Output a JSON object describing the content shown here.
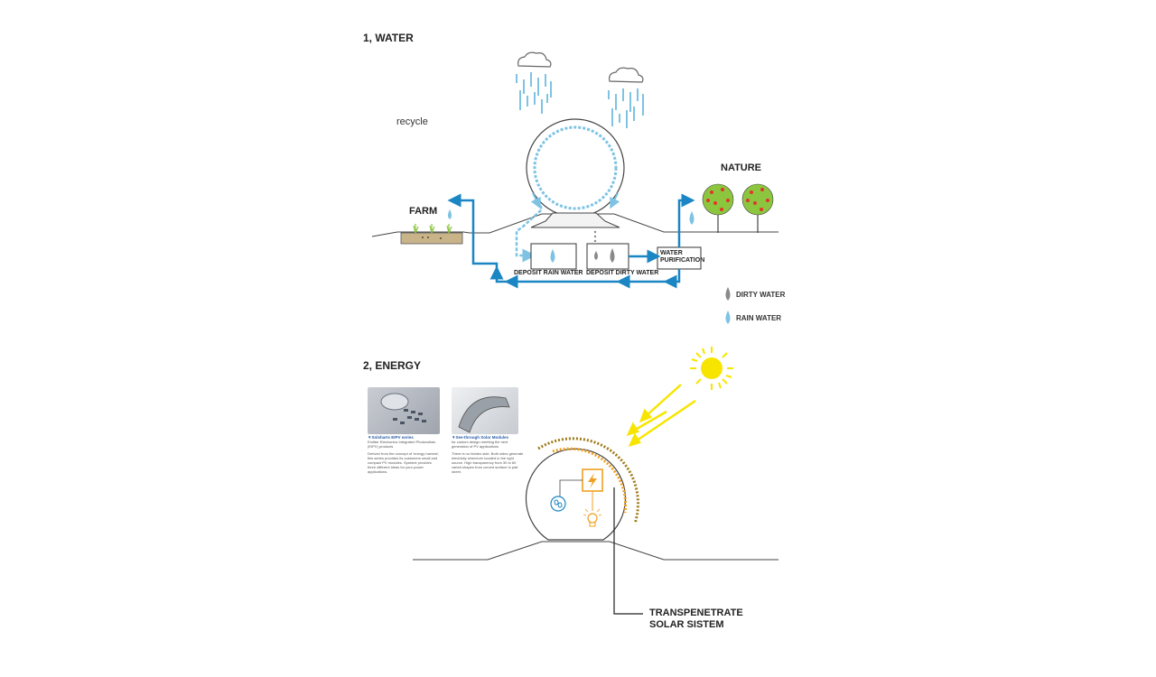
{
  "sections": {
    "water": {
      "title": "1, WATER",
      "recycle": "recycle",
      "farm": "FARM",
      "nature": "NATURE",
      "deposit_rain": "DEPOSIT RAIN WATER",
      "deposit_dirty": "DEPOSIT DIRTY WATER",
      "purification_line1": "WATER",
      "purification_line2": "PURIFICATION",
      "legend": [
        {
          "label": "DIRTY WATER",
          "color": "#8a8a8a"
        },
        {
          "label": "RAIN WATER",
          "color": "#7ec3e3"
        }
      ]
    },
    "energy": {
      "title": "2, ENERGY",
      "system_line1": "TRANSPENETRATE",
      "system_line2": "SOLAR SISTEM",
      "products": [
        {
          "title": "▼Solsharts EIPV series",
          "subtitle": "Emitter Electronics Integrated Photovoltaic (EIPV) products",
          "body": "Derived from the concept of 'energy harvest', this series provides its customers small and compact PV modules. Sysbent provides three different ideas for your power applications."
        },
        {
          "title": "▼See-through Solar Modules",
          "subtitle": "for custom design meeting the next generation of PV applications",
          "body": "There is no hidden side. Both sides generate electricity whenever located in the right source. High transparency from 30 to 60 varied shapes from curved surface to plat sheet."
        }
      ]
    }
  },
  "colors": {
    "pipe": "#1b86c4",
    "rain": "#7ec3e3",
    "dirty": "#8a8a8a",
    "sun": "#f7e500",
    "solar_arc": "#a07b18",
    "device": "#f0a020",
    "tree": "#8cc63f",
    "fruit": "#e0352b",
    "soil": "#c9b48a"
  },
  "icons": [
    "cloud-icon",
    "water-drop-icon",
    "tree-icon",
    "sun-icon",
    "lightning-icon",
    "fan-icon",
    "light-bulb-icon"
  ]
}
